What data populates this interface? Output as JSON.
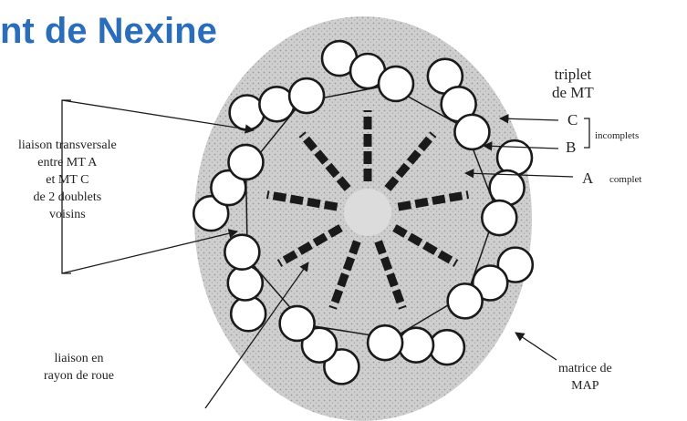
{
  "title": "nt de Nexine",
  "labels": {
    "transverse": [
      "liaison transversale",
      "entre MT A",
      "et MT C",
      "de 2 doublets",
      "voisins"
    ],
    "triplet": [
      "triplet",
      "de MT"
    ],
    "c": "C",
    "b": "B",
    "a": "A",
    "incomplets": "incomplets",
    "complet": "complet",
    "spoke": [
      "liaison en",
      "rayon de roue"
    ],
    "matrix": [
      "matrice de",
      "MAP"
    ]
  },
  "colors": {
    "title": "#2a6ebb",
    "matrix_fill": "#c9c9c9",
    "ink": "#1a1a1a"
  }
}
